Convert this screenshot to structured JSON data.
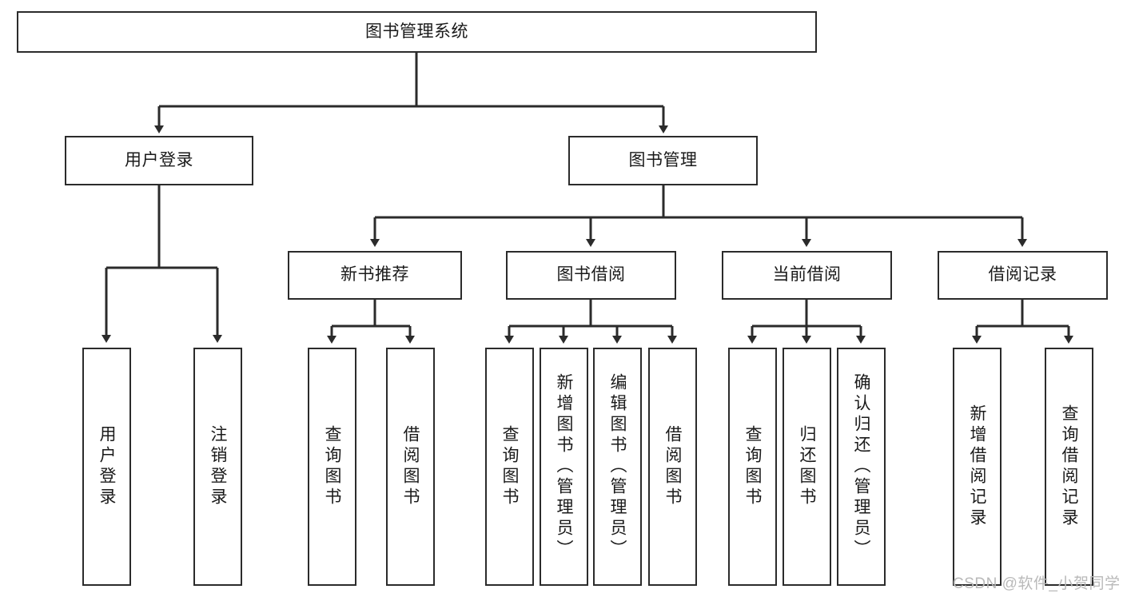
{
  "diagram": {
    "title": "图书管理系统",
    "type": "hierarchy-tree",
    "stroke_color": "#2b2b2b",
    "text_color": "#1a1a1a",
    "background_color": "#ffffff",
    "watermark": "CSDN @软件_小贺同学",
    "watermark_color": "#b9b9b9",
    "levels": {
      "root": {
        "label": "图书管理系统"
      },
      "level2": [
        {
          "label": "用户登录"
        },
        {
          "label": "图书管理"
        }
      ],
      "level3": [
        {
          "label": "新书推荐",
          "parent": "图书管理"
        },
        {
          "label": "图书借阅",
          "parent": "图书管理"
        },
        {
          "label": "当前借阅",
          "parent": "图书管理"
        },
        {
          "label": "借阅记录",
          "parent": "图书管理"
        }
      ],
      "leaves": {
        "用户登录": [
          {
            "label": "用户登录"
          },
          {
            "label": "注销登录"
          }
        ],
        "新书推荐": [
          {
            "label": "查询图书"
          },
          {
            "label": "借阅图书"
          }
        ],
        "图书借阅": [
          {
            "label": "查询图书"
          },
          {
            "label": "新增图书（管理员）"
          },
          {
            "label": "编辑图书（管理员）"
          },
          {
            "label": "借阅图书"
          }
        ],
        "当前借阅": [
          {
            "label": "查询图书"
          },
          {
            "label": "归还图书"
          },
          {
            "label": "确认归还（管理员）"
          }
        ],
        "借阅记录": [
          {
            "label": "新增借阅记录"
          },
          {
            "label": "查询借阅记录"
          }
        ]
      }
    }
  }
}
